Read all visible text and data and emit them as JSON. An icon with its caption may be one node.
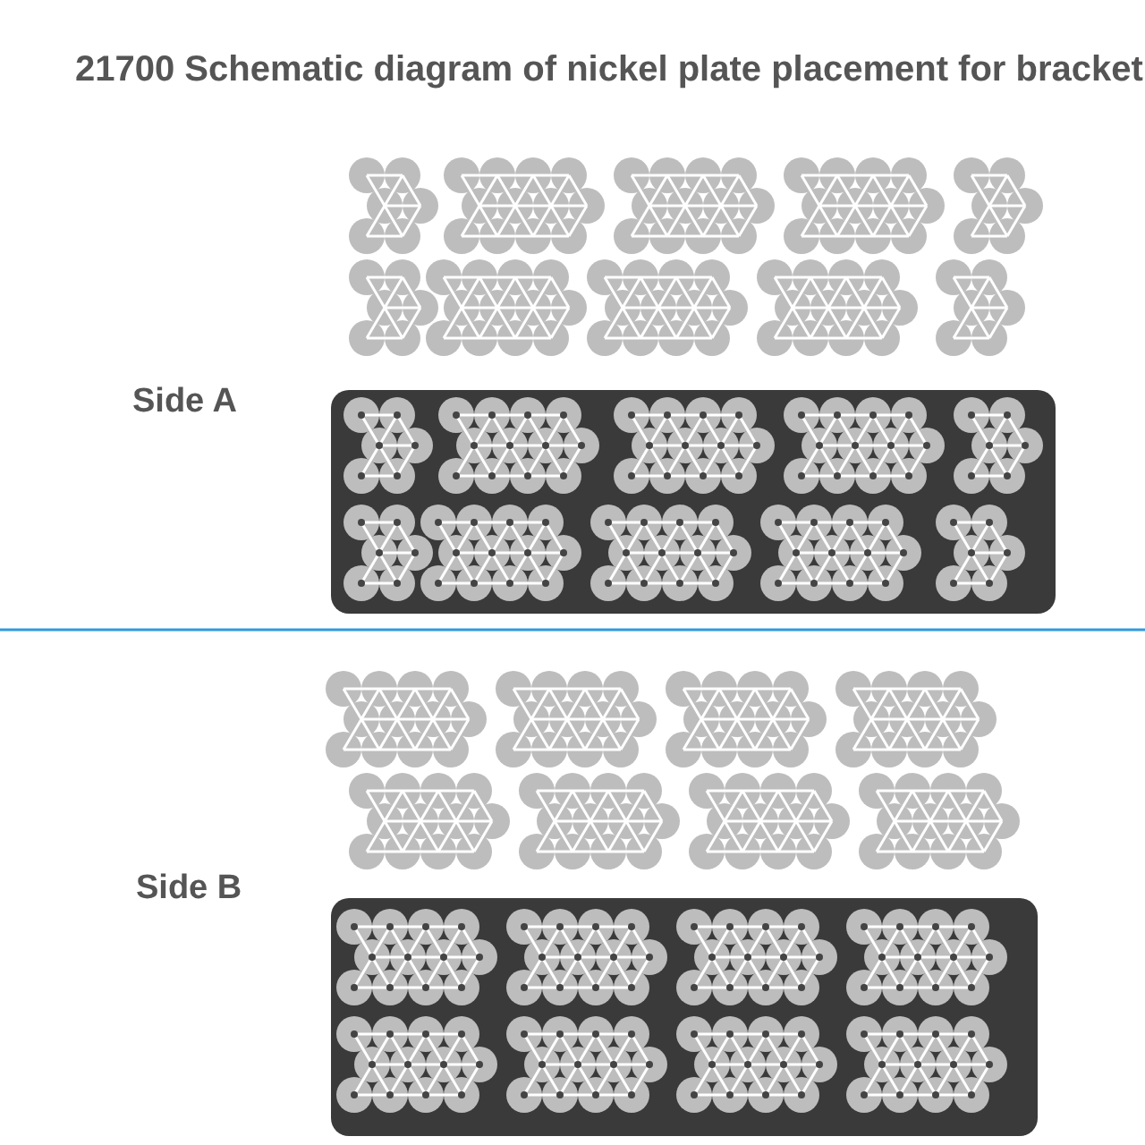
{
  "diagram": {
    "title": "21700 Schematic diagram of nickel plate placement for bracket",
    "labels": [
      "Side A",
      "Side B"
    ]
  }
}
